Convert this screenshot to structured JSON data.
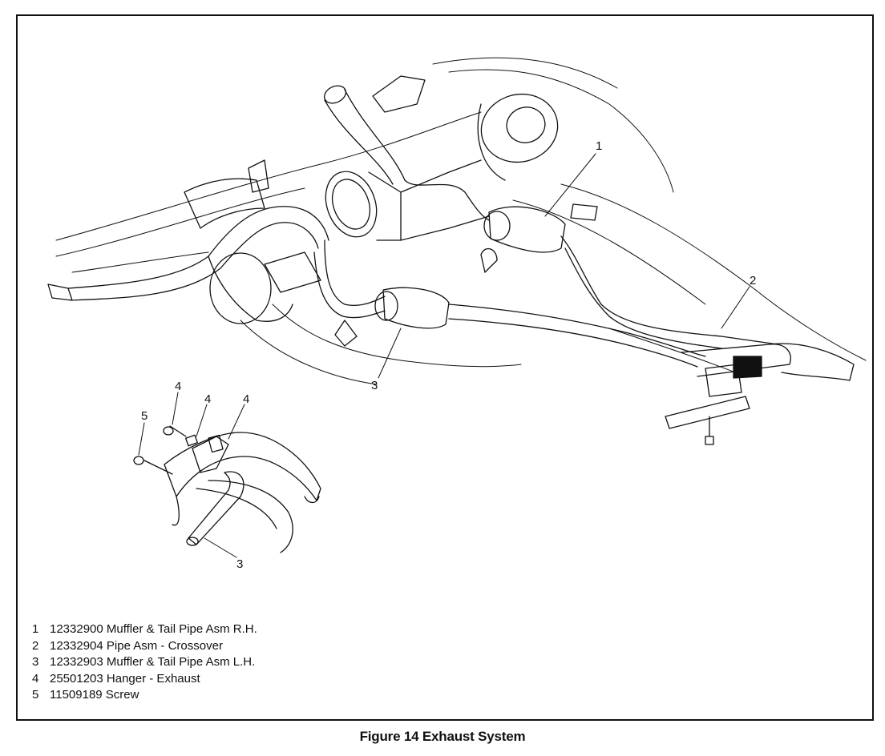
{
  "callouts": {
    "main_1": "1",
    "main_2": "2",
    "main_3": "3",
    "detail_4a": "4",
    "detail_4b": "4",
    "detail_4c": "4",
    "detail_5": "5",
    "detail_3": "3"
  },
  "legend": [
    {
      "num": "1",
      "text": "12332900 Muffler & Tail Pipe Asm R.H."
    },
    {
      "num": "2",
      "text": "12332904 Pipe Asm - Crossover"
    },
    {
      "num": "3",
      "text": "12332903 Muffler & Tail Pipe Asm L.H."
    },
    {
      "num": "4",
      "text": "25501203 Hanger - Exhaust"
    },
    {
      "num": "5",
      "text": "11509189 Screw"
    }
  ],
  "caption": "Figure 14 Exhaust System"
}
